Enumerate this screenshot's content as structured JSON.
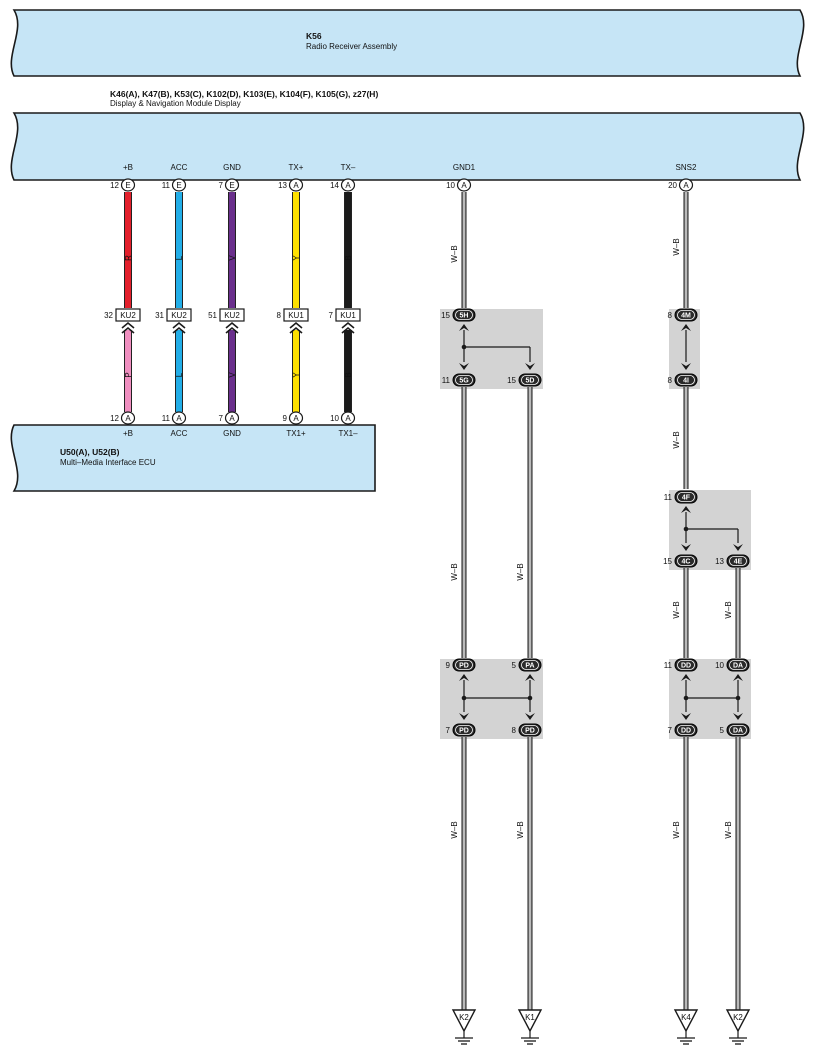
{
  "components": {
    "radio": {
      "code": "K56",
      "name": "Radio Receiver Assembly"
    },
    "display": {
      "code": "K46(A), K47(B), K53(C), K102(D), K103(E), K104(F), K105(G), z27(H)",
      "name": "Display & Navigation Module Display"
    },
    "mmi": {
      "code": "U50(A), U52(B)",
      "name": "Multi–Media Interface ECU"
    }
  },
  "colors": {
    "panel_fill": "#c6e5f6",
    "junction_fill": "#d3d3d3",
    "wire_red": "#e3202c",
    "wire_blue": "#22aee8",
    "wire_violet": "#6a2f8c",
    "wire_yellow": "#ffe100",
    "wire_black": "#1a1a1a",
    "wire_pink": "#f08fc0"
  },
  "left_wires": [
    {
      "top_label": "+B",
      "top_pin": "12",
      "top_conn": "E",
      "upper_color": "R",
      "upper_hex": "#e3202c",
      "inline_pin": "32",
      "inline_conn": "KU2",
      "lower_color": "P",
      "lower_hex": "#f08fc0",
      "bottom_pin": "12",
      "bottom_conn": "A",
      "bottom_label": "+B"
    },
    {
      "top_label": "ACC",
      "top_pin": "11",
      "top_conn": "E",
      "upper_color": "L",
      "upper_hex": "#22aee8",
      "inline_pin": "31",
      "inline_conn": "KU2",
      "lower_color": "L",
      "lower_hex": "#22aee8",
      "bottom_pin": "11",
      "bottom_conn": "A",
      "bottom_label": "ACC"
    },
    {
      "top_label": "GND",
      "top_pin": "7",
      "top_conn": "E",
      "upper_color": "V",
      "upper_hex": "#6a2f8c",
      "inline_pin": "51",
      "inline_conn": "KU2",
      "lower_color": "V",
      "lower_hex": "#6a2f8c",
      "bottom_pin": "7",
      "bottom_conn": "A",
      "bottom_label": "GND"
    },
    {
      "top_label": "TX+",
      "top_pin": "13",
      "top_conn": "A",
      "upper_color": "Y",
      "upper_hex": "#ffe100",
      "inline_pin": "8",
      "inline_conn": "KU1",
      "lower_color": "Y",
      "lower_hex": "#ffe100",
      "bottom_pin": "9",
      "bottom_conn": "A",
      "bottom_label": "TX1+"
    },
    {
      "top_label": "TX–",
      "top_pin": "14",
      "top_conn": "A",
      "upper_color": "B",
      "upper_hex": "#1a1a1a",
      "inline_pin": "7",
      "inline_conn": "KU1",
      "lower_color": "B",
      "lower_hex": "#1a1a1a",
      "bottom_pin": "10",
      "bottom_conn": "A",
      "bottom_label": "TX1–"
    }
  ],
  "gnd1": {
    "label": "GND1",
    "pin": "10",
    "conn": "A",
    "wire_color": "W–B",
    "j1": {
      "in_pin": "15",
      "in_conn": "5H",
      "out1_pin": "11",
      "out1_conn": "5G",
      "out2_pin": "15",
      "out2_conn": "5D"
    },
    "j2": {
      "in1_pin": "9",
      "in1_conn": "PD",
      "in2_pin": "5",
      "in2_conn": "PA",
      "out1_pin": "7",
      "out1_conn": "PD",
      "out2_pin": "8",
      "out2_conn": "PD"
    },
    "ground1": "K2",
    "ground2": "K1"
  },
  "sns2": {
    "label": "SNS2",
    "pin": "20",
    "conn": "A",
    "wire_color": "W–B",
    "j1": {
      "in_pin": "8",
      "in_conn": "4M",
      "out_pin": "8",
      "out_conn": "4I"
    },
    "j2": {
      "in_pin": "11",
      "in_conn": "4F",
      "out1_pin": "15",
      "out1_conn": "4C",
      "out2_pin": "13",
      "out2_conn": "4E"
    },
    "j3": {
      "in1_pin": "11",
      "in1_conn": "DD",
      "in2_pin": "10",
      "in2_conn": "DA",
      "out1_pin": "7",
      "out1_conn": "DD",
      "out2_pin": "5",
      "out2_conn": "DA"
    },
    "ground1": "K4",
    "ground2": "K2"
  }
}
